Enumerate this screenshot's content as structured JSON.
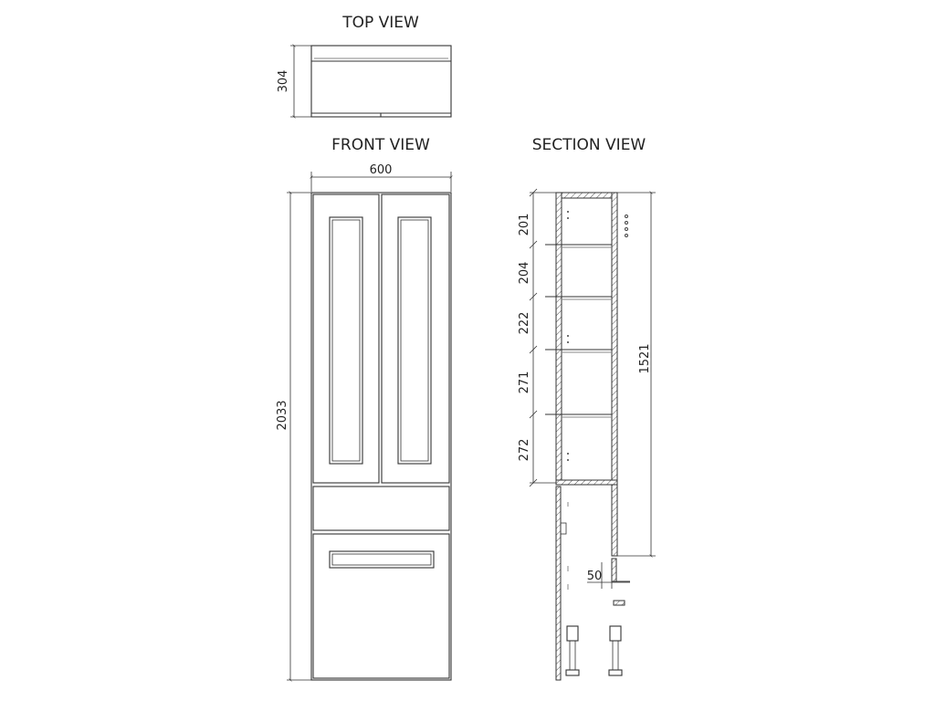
{
  "views": {
    "top": "TOP VIEW",
    "front": "FRONT VIEW",
    "section": "SECTION VIEW"
  },
  "dimensions": {
    "top_depth": "304",
    "width": "600",
    "height": "2033",
    "shelf_1": "201",
    "shelf_2": "204",
    "shelf_3": "222",
    "shelf_4": "271",
    "shelf_5": "272",
    "upper_height": "1521",
    "recess": "50"
  }
}
